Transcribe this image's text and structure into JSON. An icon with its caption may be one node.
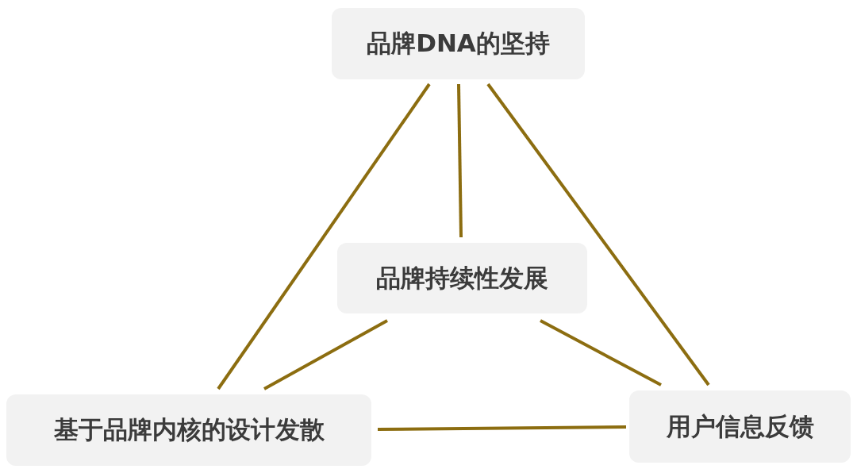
{
  "diagram": {
    "nodes": [
      {
        "text": [
          "品牌DNA的坚持"
        ]
      },
      {
        "text": [
          "品牌持续性发展"
        ]
      },
      {
        "text": [
          "基于品牌内核的设计发散"
        ]
      },
      {
        "text": [
          "用户信息反馈"
        ]
      }
    ],
    "edges": [
      {
        "from": 0,
        "to": 2,
        "arrow": "none"
      },
      {
        "from": 0,
        "to": 1,
        "arrow": "none"
      },
      {
        "from": 0,
        "to": 3,
        "arrow": "none"
      },
      {
        "from": 1,
        "to": 2,
        "arrow": "none"
      },
      {
        "from": 1,
        "to": 3,
        "arrow": "none"
      },
      {
        "from": 2,
        "to": 3,
        "arrow": "none"
      }
    ]
  }
}
